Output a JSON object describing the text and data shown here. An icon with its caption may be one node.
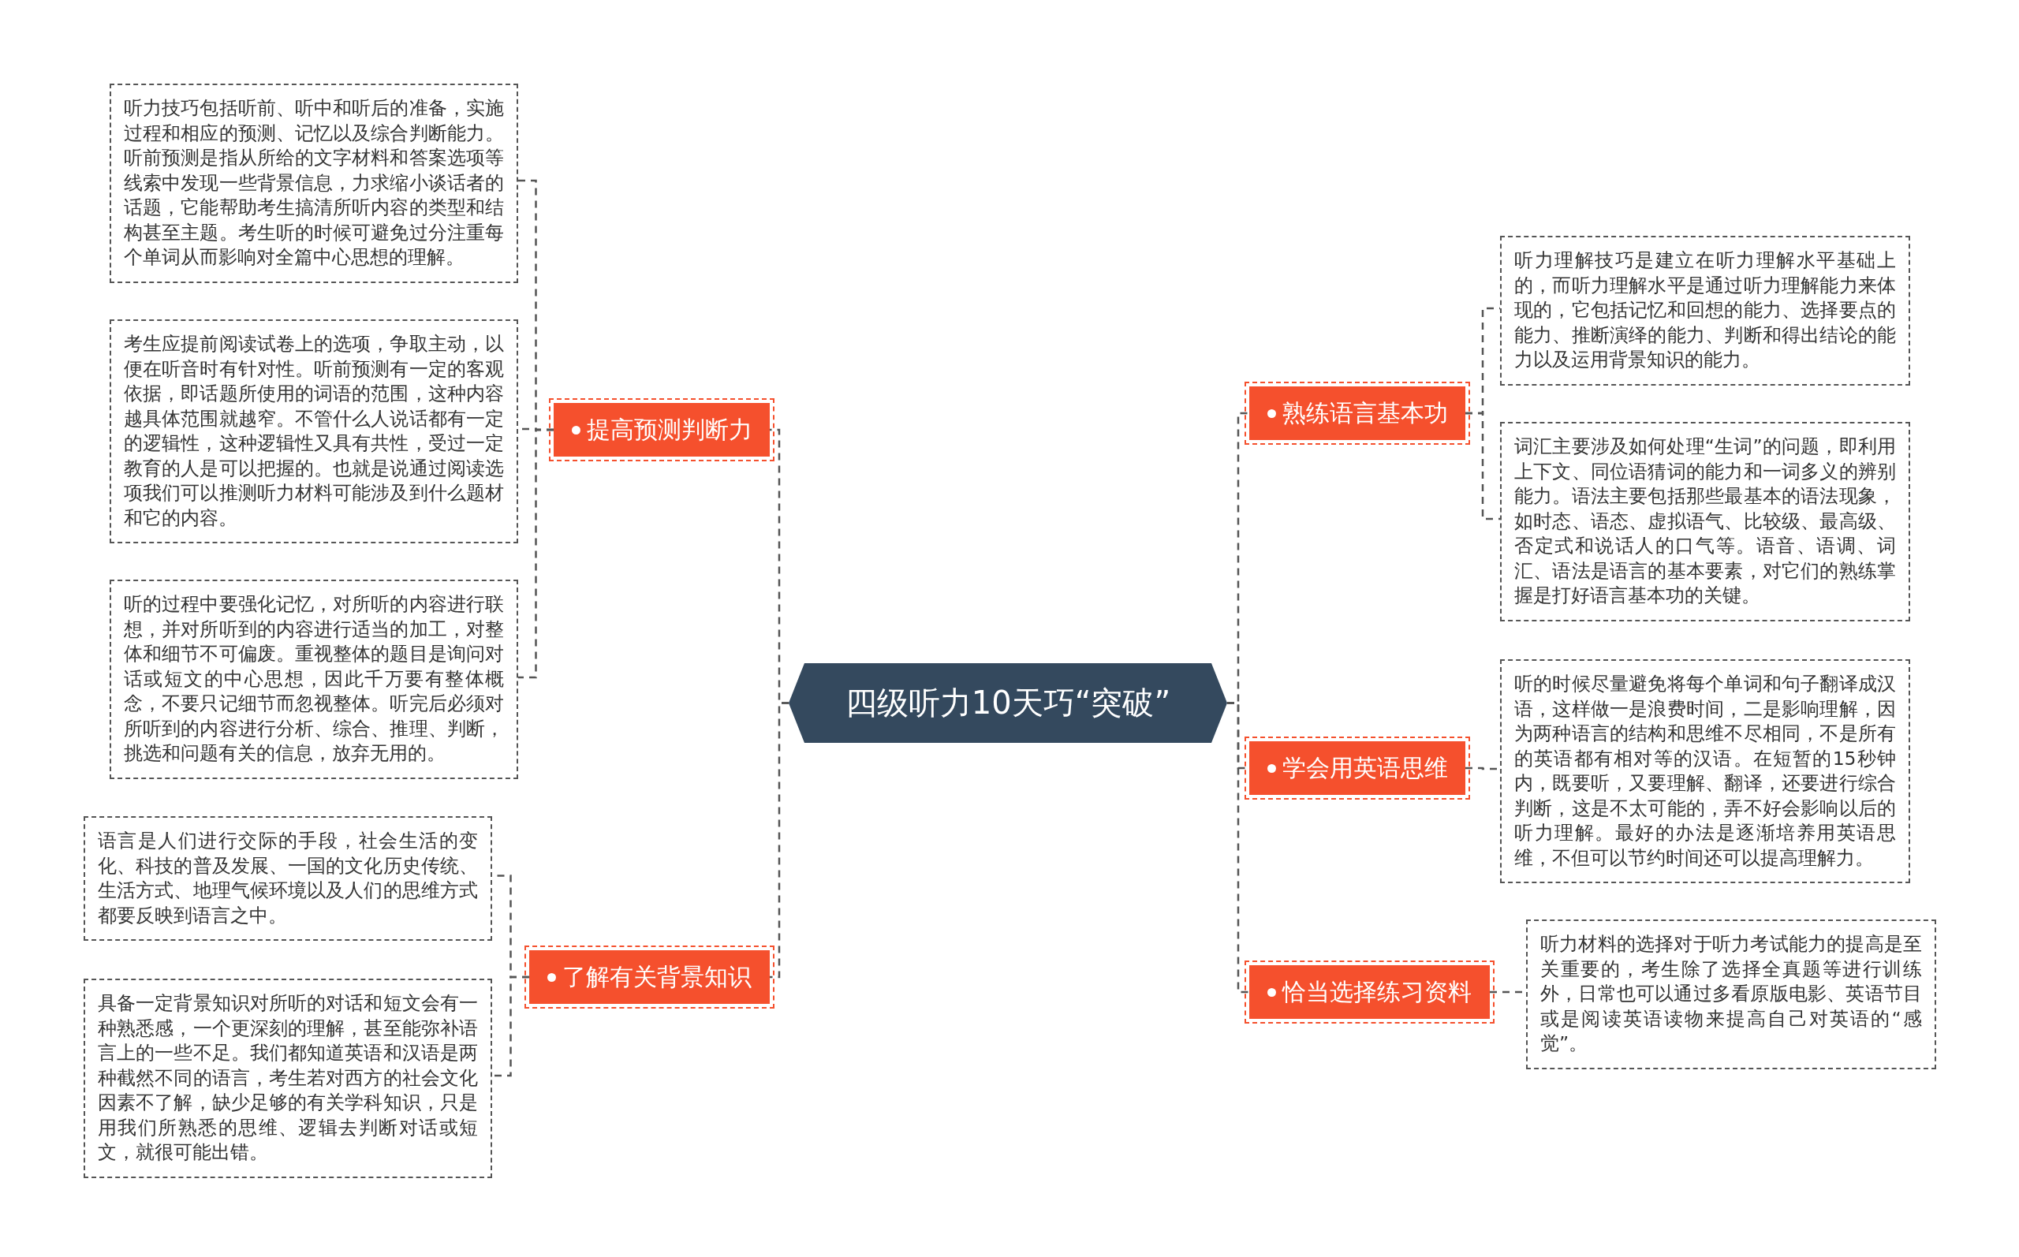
{
  "diagram": {
    "nodes": [
      {
        "text": [
          "四级听力10天巧“突破”"
        ]
      },
      {
        "text": [
          "提高预测判断力"
        ]
      },
      {
        "text": [
          "听力技巧包括听前、听中和听后的准备，实施过程和相应的预测、记忆以及综合判断能力。听前预测是指从所给的文字材料和答案选项等线索中发现一些背景信息，力求缩小谈话者的话题，它能帮助考生搞清所听内容的类型和结构甚至主题。考生听的时候可避免过分注重每个单词从而影响对全篇中心思想的理解。"
        ]
      },
      {
        "text": [
          "考生应提前阅读试卷上的选项，争取主动，以便在听音时有针对性。听前预测有一定的客观依据，即话题所使用的词语的范围，这种内容越具体范围就越窄。不管什么人说话都有一定的逻辑性，这种逻辑性又具有共性，受过一定教育的人是可以把握的。也就是说通过阅读选项我们可以推测听力材料可能涉及到什么题材和它的内容。"
        ]
      },
      {
        "text": [
          "听的过程中要强化记忆，对所听的内容进行联想，并对所听到的内容进行适当的加工，对整体和细节不可偏废。重视整体的题目是询问对话或短文的中心思想，因此千万要有整体概念，不要只记细节而忽视整体。听完后必须对所听到的内容进行分析、综合、推理、判断，挑选和问题有关的信息，放弃无用的。"
        ]
      },
      {
        "text": [
          "了解有关背景知识"
        ]
      },
      {
        "text": [
          "语言是人们进行交际的手段，社会生活的变化、科技的普及发展、一国的文化历史传统、生活方式、地理气候环境以及人们的思维方式都要反映到语言之中。"
        ]
      },
      {
        "text": [
          "具备一定背景知识对所听的对话和短文会有一种熟悉感，一个更深刻的理解，甚至能弥补语言上的一些不足。我们都知道英语和汉语是两种截然不同的语言，考生若对西方的社会文化因素不了解，缺少足够的有关学科知识，只是用我们所熟悉的思维、逻辑去判断对话或短文，就很可能出错。"
        ]
      },
      {
        "text": [
          "熟练语言基本功"
        ]
      },
      {
        "text": [
          "听力理解技巧是建立在听力理解水平基础上的，而听力理解水平是通过听力理解能力来体现的，它包括记忆和回想的能力、选择要点的能力、推断演绎的能力、判断和得出结论的能力以及运用背景知识的能力。"
        ]
      },
      {
        "text": [
          "词汇主要涉及如何处理“生词”的问题，即利用上下文、同位语猜词的能力和一词多义的辨别能力。语法主要包括那些最基本的语法现象，如时态、语态、虚拟语气、比较级、最高级、否定式和说话人的口气等。语音、语调、词汇、语法是语言的基本要素，对它们的熟练掌握是打好语言基本功的关键。"
        ]
      },
      {
        "text": [
          "学会用英语思维"
        ]
      },
      {
        "text": [
          "听的时候尽量避免将每个单词和句子翻译成汉语，这样做一是浪费时间，二是影响理解，因为两种语言的结构和思维不尽相同，不是所有的英语都有相对等的汉语。在短暂的15秒钟内，既要听，又要理解、翻译，还要进行综合判断，这是不太可能的，弄不好会影响以后的听力理解。最好的办法是逐渐培养用英语思维，不但可以节约时间还可以提高理解力。"
        ]
      },
      {
        "text": [
          "恰当选择练习资料"
        ]
      },
      {
        "text": [
          "听力材料的选择对于听力考试能力的提高是至关重要的，考生除了选择全真题等进行训练外，日常也可以通过多看原版电影、英语节目或是阅读英语读物来提高自己对英语的“感觉”。"
        ]
      }
    ],
    "edges": [
      {
        "from": 0,
        "to": 1,
        "arrow": "none",
        "style": "dashed"
      },
      {
        "from": 1,
        "to": 2,
        "arrow": "none",
        "style": "dashed"
      },
      {
        "from": 1,
        "to": 3,
        "arrow": "none",
        "style": "dashed"
      },
      {
        "from": 1,
        "to": 4,
        "arrow": "none",
        "style": "dashed"
      },
      {
        "from": 0,
        "to": 5,
        "arrow": "none",
        "style": "dashed"
      },
      {
        "from": 5,
        "to": 6,
        "arrow": "none",
        "style": "dashed"
      },
      {
        "from": 5,
        "to": 7,
        "arrow": "none",
        "style": "dashed"
      },
      {
        "from": 0,
        "to": 8,
        "arrow": "none",
        "style": "dashed"
      },
      {
        "from": 8,
        "to": 9,
        "arrow": "none",
        "style": "dashed"
      },
      {
        "from": 8,
        "to": 10,
        "arrow": "none",
        "style": "dashed"
      },
      {
        "from": 0,
        "to": 11,
        "arrow": "none",
        "style": "dashed"
      },
      {
        "from": 11,
        "to": 12,
        "arrow": "none",
        "style": "dashed"
      },
      {
        "from": 0,
        "to": 13,
        "arrow": "none",
        "style": "dashed"
      },
      {
        "from": 13,
        "to": 14,
        "arrow": "none",
        "style": "dashed"
      }
    ]
  }
}
